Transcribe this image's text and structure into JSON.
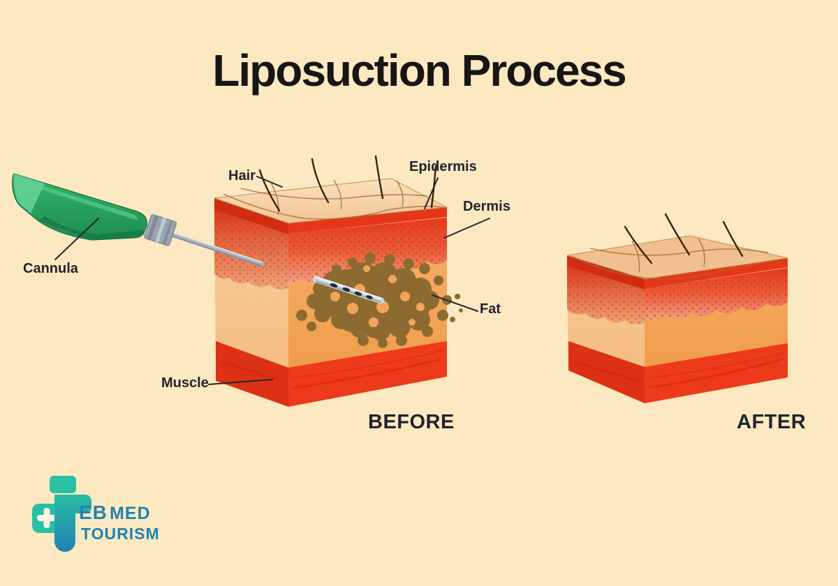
{
  "title": "Liposuction Process",
  "diagram": {
    "labels": {
      "hair": "Hair",
      "epidermis": "Epidermis",
      "dermis": "Dermis",
      "fat": "Fat",
      "muscle": "Muscle",
      "cannula": "Cannula"
    },
    "captions": {
      "before": "BEFORE",
      "after": "AFTER"
    }
  },
  "logo": {
    "word_eb": "EB",
    "word_med": "MED",
    "word_tourism": "TOURISM",
    "icon": "teb-med-tourism-logo"
  },
  "colors": {
    "background": "#FCE9C1",
    "title_text": "#161616",
    "label_text": "#21242E",
    "epidermis_red": "#E6361A",
    "dermis_red": "#E43A1C",
    "dermis_pink": "#F2A488",
    "fat_orange": "#F2A45A",
    "muscle_red": "#ED3A1B",
    "skin_top_peach": "#F8DCB4",
    "fat_blob_brown": "#8D6B30",
    "hair_brown": "#342312",
    "cannula_green": "#27A35D",
    "rod_gray": "#A9B2BC",
    "logo_teal": "#2BC0A3",
    "logo_blue": "#1E7FB3"
  }
}
